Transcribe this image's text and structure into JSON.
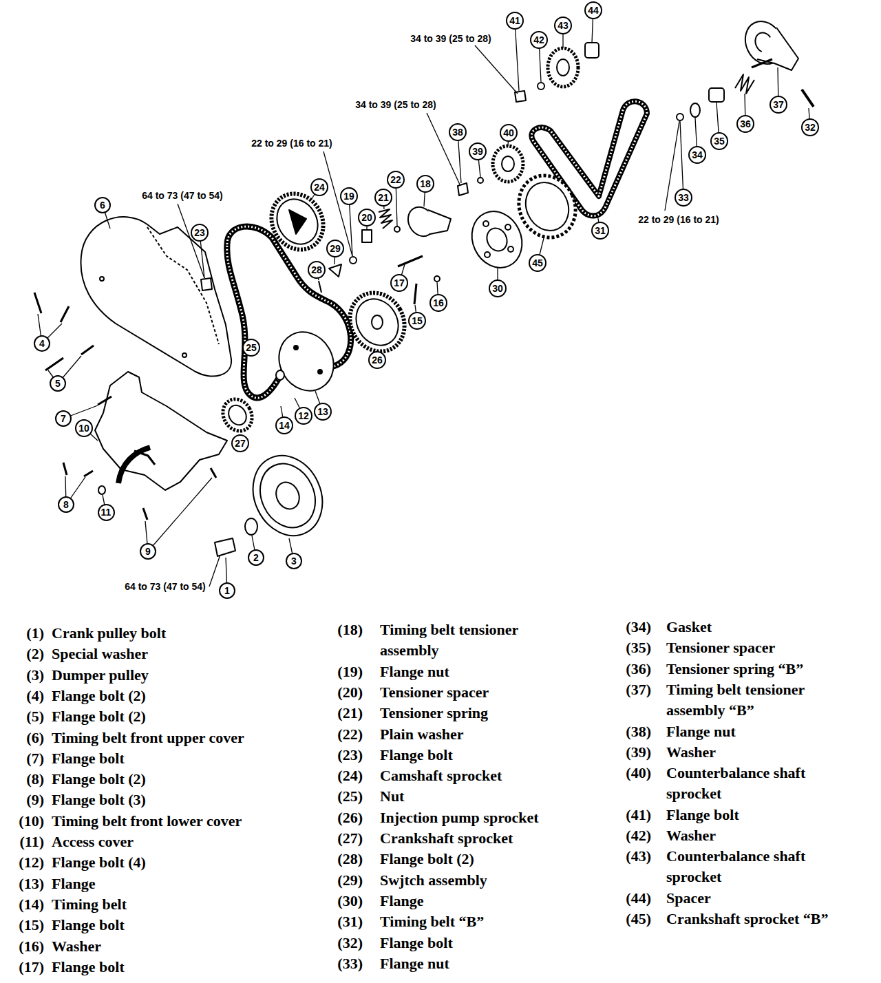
{
  "diagram": {
    "nodes": [
      {
        "text": [
          "1"
        ]
      },
      {
        "text": [
          "2"
        ]
      },
      {
        "text": [
          "3"
        ]
      },
      {
        "text": [
          "4"
        ]
      },
      {
        "text": [
          "5"
        ]
      },
      {
        "text": [
          "6"
        ]
      },
      {
        "text": [
          "7"
        ]
      },
      {
        "text": [
          "8"
        ]
      },
      {
        "text": [
          "9"
        ]
      },
      {
        "text": [
          "10"
        ]
      },
      {
        "text": [
          "11"
        ]
      },
      {
        "text": [
          "12"
        ]
      },
      {
        "text": [
          "13"
        ]
      },
      {
        "text": [
          "14"
        ]
      },
      {
        "text": [
          "15"
        ]
      },
      {
        "text": [
          "16"
        ]
      },
      {
        "text": [
          "17"
        ]
      },
      {
        "text": [
          "18"
        ]
      },
      {
        "text": [
          "19"
        ]
      },
      {
        "text": [
          "20"
        ]
      },
      {
        "text": [
          "21"
        ]
      },
      {
        "text": [
          "22"
        ]
      },
      {
        "text": [
          "23"
        ]
      },
      {
        "text": [
          "24"
        ]
      },
      {
        "text": [
          "25"
        ]
      },
      {
        "text": [
          "26"
        ]
      },
      {
        "text": [
          "27"
        ]
      },
      {
        "text": [
          "28"
        ]
      },
      {
        "text": [
          "29"
        ]
      },
      {
        "text": [
          "30"
        ]
      },
      {
        "text": [
          "31"
        ]
      },
      {
        "text": [
          "32"
        ]
      },
      {
        "text": [
          "33"
        ]
      },
      {
        "text": [
          "34"
        ]
      },
      {
        "text": [
          "35"
        ]
      },
      {
        "text": [
          "36"
        ]
      },
      {
        "text": [
          "37"
        ]
      },
      {
        "text": [
          "38"
        ]
      },
      {
        "text": [
          "39"
        ]
      },
      {
        "text": [
          "40"
        ]
      },
      {
        "text": [
          "41"
        ]
      },
      {
        "text": [
          "42"
        ]
      },
      {
        "text": [
          "43"
        ]
      },
      {
        "text": [
          "44"
        ]
      },
      {
        "text": [
          "45"
        ]
      }
    ],
    "labels": [
      "34 to 39 (25 to 28)",
      "34 to 39 (25 to 28)",
      "22 to 29 (16 to 21)",
      "22 to 29 (16 to 21)",
      "64 to 73 (47 to 54)",
      "64 to 73 (47 to 54)",
      "(1)",
      "Crank pulley bolt",
      "(2)",
      "Special washer",
      "(3)",
      "Dumper pulley",
      "(4)",
      "Flange bolt (2)",
      "(5)",
      "Flange bolt (2)",
      "(6)",
      "Timing belt front upper cover",
      "(7)",
      "Flange bolt",
      "(8)",
      "Flange bolt (2)",
      "(9)",
      "Flange bolt (3)",
      "(10)",
      "Timing belt front lower cover",
      "(11)",
      "Access cover",
      "(12)",
      "Flange bolt (4)",
      "(13)",
      "Flange",
      "(14)",
      "Timing belt",
      "(15)",
      "Flange bolt",
      "(16)",
      "Washer",
      "(17)",
      "Flange bolt",
      "(18)",
      "Timing belt tensioner assembly",
      "(19)",
      "Flange nut",
      "(20)",
      "Tensioner spacer",
      "(21)",
      "Tensioner spring",
      "(22)",
      "Plain washer",
      "(23)",
      "Flange bolt",
      "(24)",
      "Camshaft sprocket",
      "(25)",
      "Nut",
      "(26)",
      "Injection pump sprocket",
      "(27)",
      "Crankshaft sprocket",
      "(28)",
      "Flange bolt (2)",
      "(29)",
      "Swjtch assembly",
      "(30)",
      "Flange",
      "(31)",
      "Timing belt “B”",
      "(32)",
      "Flange bolt",
      "(33)",
      "Flange nut",
      "(34)",
      "Gasket",
      "(35)",
      "Tensioner spacer",
      "(36)",
      "Tensioner spring “B”",
      "(37)",
      "Timing belt tensioner assembly “B”",
      "(38)",
      "Flange nut",
      "(39)",
      "Washer",
      "(40)",
      "Counterbalance shaft sprocket",
      "(41)",
      "Flange bolt",
      "(42)",
      "Washer",
      "(43)",
      "Counterbalance shaft sprocket",
      "(44)",
      "Spacer",
      "(45)",
      "Crankshaft sprocket “B”"
    ]
  }
}
